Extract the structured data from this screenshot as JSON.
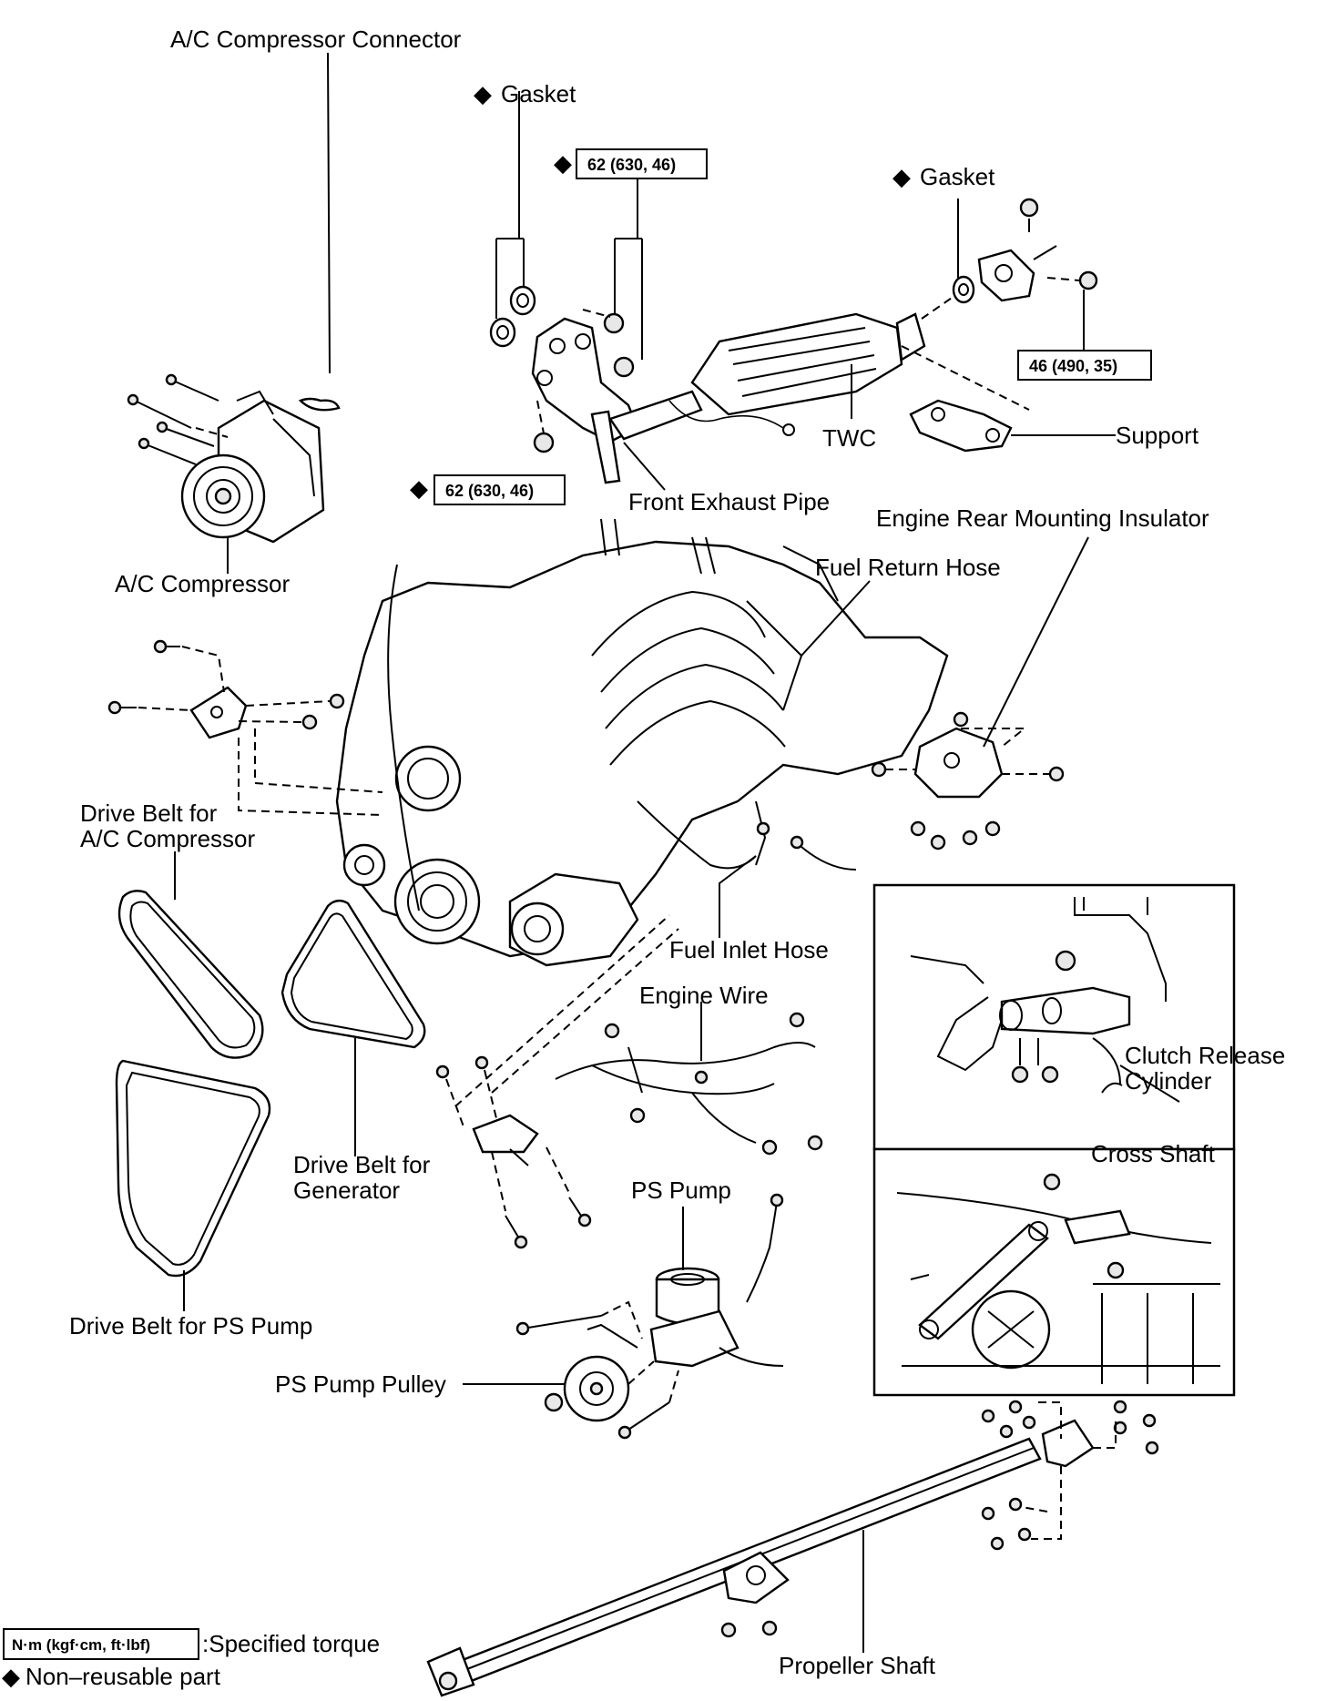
{
  "labels": {
    "ac_connector": "A/C Compressor Connector",
    "gasket_left": "Gasket",
    "gasket_right": "Gasket",
    "twc": "TWC",
    "support": "Support",
    "front_exhaust_pipe": "Front Exhaust Pipe",
    "engine_rear_mounting_insulator": "Engine Rear Mounting Insulator",
    "fuel_return_hose": "Fuel Return Hose",
    "ac_compressor": "A/C Compressor",
    "drive_belt_ac_line1": "Drive Belt for",
    "drive_belt_ac_line2": "A/C Compressor",
    "fuel_inlet_hose": "Fuel Inlet Hose",
    "engine_wire": "Engine Wire",
    "clutch_release_line1": "Clutch Release",
    "clutch_release_line2": "Cylinder",
    "cross_shaft": "Cross Shaft",
    "drive_belt_gen_line1": "Drive Belt for",
    "drive_belt_gen_line2": "Generator",
    "ps_pump": "PS Pump",
    "drive_belt_ps": "Drive Belt for PS Pump",
    "ps_pump_pulley": "PS Pump Pulley",
    "propeller_shaft": "Propeller Shaft"
  },
  "torques": {
    "exhaust_upper": "62 (630, 46)",
    "exhaust_lower": "62 (630, 46)",
    "twc_flange": "46 (490, 35)"
  },
  "legend": {
    "torque_key": "N·m (kgf·cm, ft·lbf)",
    "torque_text": ":Specified torque",
    "nonreusable_text": "Non–reusable part"
  },
  "symbols": {
    "non_reusable": "◆"
  }
}
